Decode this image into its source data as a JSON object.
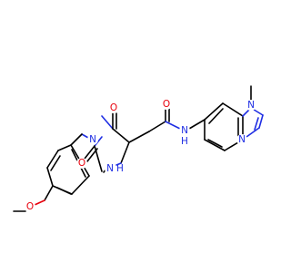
{
  "molecule": {
    "atom_labels": {
      "o_carbonyl_top": "O",
      "o_amide": "O",
      "nh_amide": "N",
      "h_amide": "H",
      "n_ring_top": "N",
      "n_methyl": "N",
      "nh_ring": "N",
      "h_ring": "H",
      "n_benzimidazole": "N",
      "o_carbonyl_bottom": "O",
      "o_methoxy": "O"
    },
    "colors": {
      "bond": "#000000",
      "oxygen": "#e8000c",
      "nitrogen": "#1f2ee3",
      "background": "#ffffff"
    }
  }
}
